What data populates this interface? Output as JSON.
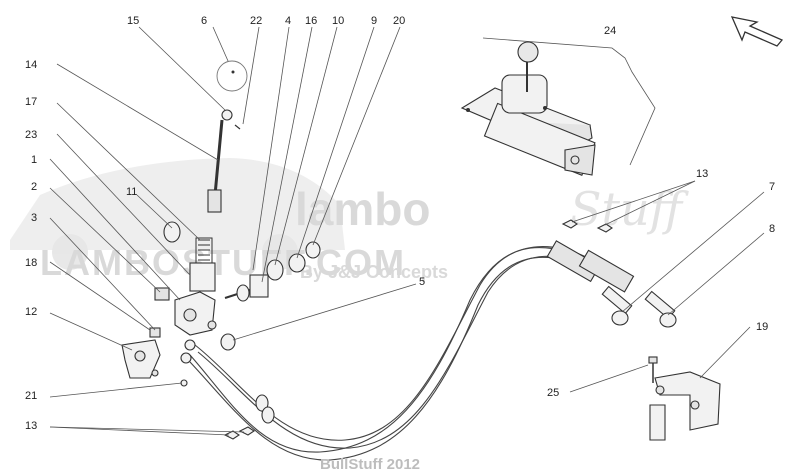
{
  "watermark": {
    "logo_main": "lambo",
    "logo_script": "Stuff",
    "url": "LAMBOSTUFF.COM",
    "tagline": "By J&J Concepts"
  },
  "footer": "BullStuff 2012",
  "callouts": [
    {
      "id": "c15",
      "text": "15"
    },
    {
      "id": "c6",
      "text": "6"
    },
    {
      "id": "c22",
      "text": "22"
    },
    {
      "id": "c4",
      "text": "4"
    },
    {
      "id": "c16",
      "text": "16"
    },
    {
      "id": "c10",
      "text": "10"
    },
    {
      "id": "c9",
      "text": "9"
    },
    {
      "id": "c20",
      "text": "20"
    },
    {
      "id": "c24",
      "text": "24"
    },
    {
      "id": "c14",
      "text": "14"
    },
    {
      "id": "c17",
      "text": "17"
    },
    {
      "id": "c23",
      "text": "23"
    },
    {
      "id": "c1",
      "text": "1"
    },
    {
      "id": "c11",
      "text": "11"
    },
    {
      "id": "c2",
      "text": "2"
    },
    {
      "id": "c3",
      "text": "3"
    },
    {
      "id": "c18",
      "text": "18"
    },
    {
      "id": "c5",
      "text": "5"
    },
    {
      "id": "c13a",
      "text": "13"
    },
    {
      "id": "c7",
      "text": "7"
    },
    {
      "id": "c8",
      "text": "8"
    },
    {
      "id": "c12",
      "text": "12"
    },
    {
      "id": "c19",
      "text": "19"
    },
    {
      "id": "c21",
      "text": "21"
    },
    {
      "id": "c25",
      "text": "25"
    },
    {
      "id": "c13b",
      "text": "13"
    }
  ],
  "icons": {
    "direction_arrow": "direction-arrow-icon"
  }
}
